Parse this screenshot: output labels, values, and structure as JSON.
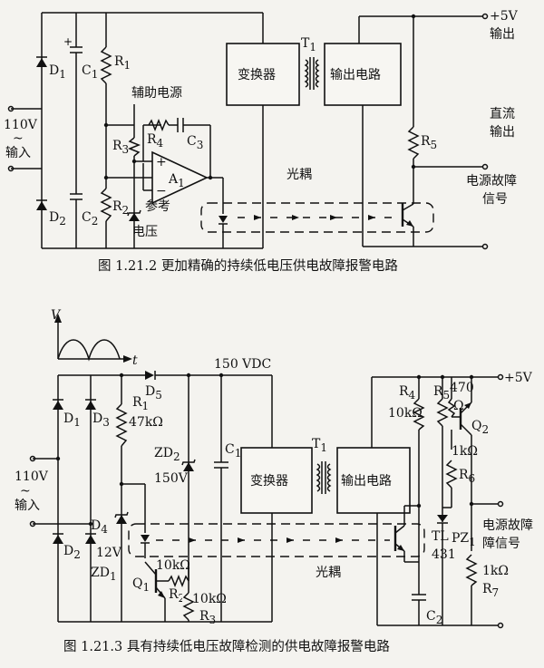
{
  "figure1": {
    "caption": "图 1.21.2   更加精确的持续低电压供电故障报警电路",
    "input_voltage": "110V",
    "input_ac": "~",
    "input_label": "输入",
    "output_voltage": "+5V",
    "output_label": "输出",
    "dc_output": "直流",
    "dc_output2": "输出",
    "fault_signal": "电源故障",
    "fault_signal2": "信号",
    "converter": "变换器",
    "output_circuit": "输出电路",
    "transformer": "T",
    "transformer_sub": "1",
    "aux_power": "辅助电源",
    "ref_voltage": "参考",
    "ref_voltage2": "电压",
    "optocoupler": "光耦",
    "opamp": "A",
    "opamp_sub": "1",
    "D1": "D",
    "D1s": "1",
    "D2": "D",
    "D2s": "2",
    "C1": "C",
    "C1s": "1",
    "C2": "C",
    "C2s": "2",
    "C3": "C",
    "C3s": "3",
    "R1": "R",
    "R1s": "1",
    "R2": "R",
    "R2s": "2",
    "R3": "R",
    "R3s": "3",
    "R4": "R",
    "R4s": "4",
    "R5": "R",
    "R5s": "5",
    "plus": "+",
    "minus": "−"
  },
  "figure2": {
    "caption": "图 1.21.3   具有持续低电压故障检测的供电故障报警电路",
    "v_axis": "V",
    "t_axis": "t",
    "dc_bus": "150 VDC",
    "output_voltage": "+5V",
    "input_voltage": "110V",
    "input_ac": "~",
    "input_label": "输入",
    "converter": "变换器",
    "output_circuit": "输出电路",
    "transformer": "T",
    "transformer_sub": "1",
    "optocoupler": "光耦",
    "fault_signal": "电源故障",
    "fault_signal2": "障信号",
    "D1": "D",
    "D1s": "1",
    "D2": "D",
    "D2s": "2",
    "D3": "D",
    "D3s": "3",
    "D4": "D",
    "D4s": "4",
    "D5": "D",
    "D5s": "5",
    "R1": "R",
    "R1s": "1",
    "R1v": "47kΩ",
    "ZD2": "ZD",
    "ZD2s": "2",
    "ZD2v": "150V",
    "ZD1v": "12V",
    "ZD1": "ZD",
    "ZD1s": "1",
    "C1": "C",
    "C1s": "1",
    "C2": "C",
    "C2s": "2",
    "Q1": "Q",
    "Q1s": "1",
    "Q2": "Q",
    "Q2s": "2",
    "R2v": "10kΩ",
    "R2": "R",
    "R2s": "2",
    "R3v": "10kΩ",
    "R3": "R",
    "R3s": "3",
    "R4": "R",
    "R4s": "4",
    "R4v": "10kΩ",
    "R5": "R",
    "R5s": "5",
    "R5v": "470",
    "R5u": "Ω",
    "R6v": "1kΩ",
    "R6": "R",
    "R6s": "6",
    "R7v": "1kΩ",
    "R7": "R",
    "R7s": "7",
    "TL": "TL",
    "TL431": "431",
    "PZ": "PZ",
    "PZs": "1"
  }
}
